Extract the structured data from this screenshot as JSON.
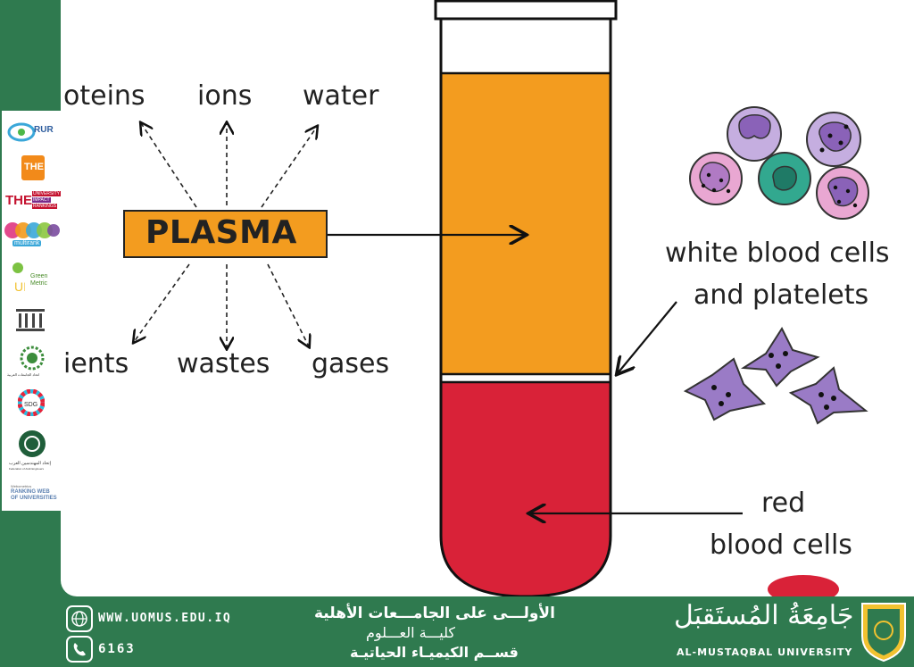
{
  "diagram": {
    "plasma_label": "PLASMA",
    "components_top": [
      "oteins",
      "ions",
      "water"
    ],
    "components_bottom": [
      "ients",
      "wastes",
      "gases"
    ],
    "wbc_label_line1": "white blood cells",
    "wbc_label_line2": "and platelets",
    "rbc_label_line1": "red",
    "rbc_label_line2": "blood cells"
  },
  "ranking_logos": {
    "rur": "RUR",
    "the": "THE",
    "the_impact": [
      "UNIVERSITY",
      "IMPACT",
      "RANKINGS"
    ],
    "multirank": "multirank",
    "greenmetric": [
      "Green",
      "Metric"
    ],
    "arab": "اتحاد الجامعات العربية",
    "sdg": "SDG",
    "engineers": [
      "إتحاد المهندسين العرب",
      "Federation of Arab Engineers"
    ],
    "webometrics": [
      "Webometrics",
      "RANKING WEB",
      "OF UNIVERSITIES"
    ]
  },
  "footer": {
    "website": "WWW.UOMUS.EDU.IQ",
    "phone": "6163",
    "tagline": "الأولـــى على الجامـــعات الأهلية",
    "college": "كليـــة العـــلوم",
    "department": "قســم الكيميـاء الحياتيـة",
    "university_ar": "جَامِعَةُ المُستَقبَل",
    "university_en": "AL-MUSTAQBAL UNIVERSITY"
  },
  "colors": {
    "green": "#2f7a4f",
    "plasma": "#f39c1f",
    "rbc": "#d92238",
    "wbc_purple": "#9b76c4",
    "wbc_pink": "#d98fc3",
    "wbc_teal": "#32a88f",
    "platelet": "#9a7bc6"
  }
}
